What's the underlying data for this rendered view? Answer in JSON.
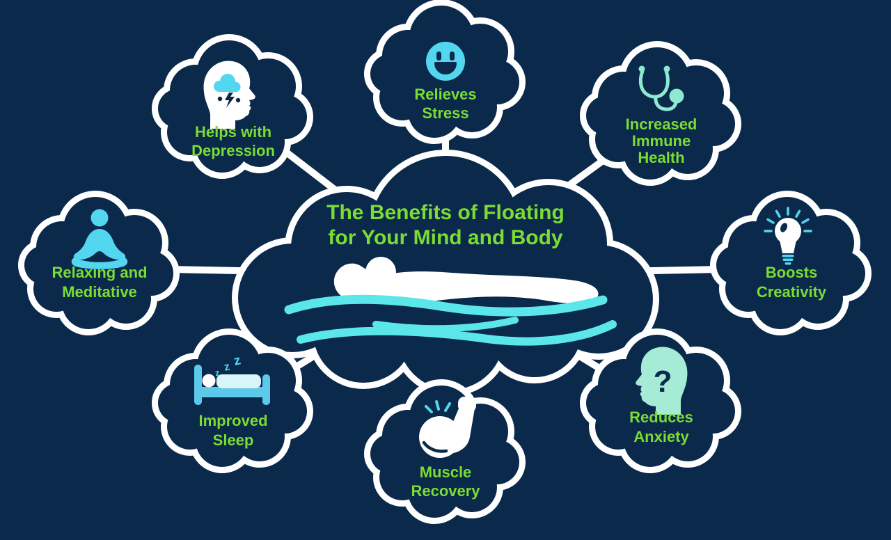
{
  "title": {
    "line1": "The Benefits of Floating",
    "line2": "for Your Mind and Body"
  },
  "center": {
    "icon": "floating-person-on-waves-icon"
  },
  "clouds": [
    {
      "name": "helps-with-depression",
      "icon": "head-rain-cloud-icon",
      "lines": [
        "Helps with",
        "Depression"
      ]
    },
    {
      "name": "relieves-stress",
      "icon": "smiley-face-icon",
      "lines": [
        "Relieves",
        "Stress"
      ]
    },
    {
      "name": "increased-immune-health",
      "icon": "stethoscope-icon",
      "lines": [
        "Increased",
        "Immune",
        "Health"
      ]
    },
    {
      "name": "relaxing-and-meditative",
      "icon": "meditation-pose-icon",
      "lines": [
        "Relaxing and",
        "Meditative"
      ]
    },
    {
      "name": "boosts-creativity",
      "icon": "lightbulb-icon",
      "lines": [
        "Boosts",
        "Creativity"
      ]
    },
    {
      "name": "improved-sleep",
      "icon": "sleeping-bed-icon",
      "lines": [
        "Improved",
        "Sleep"
      ],
      "zzz": [
        "z",
        "z",
        "z"
      ]
    },
    {
      "name": "muscle-recovery",
      "icon": "flexed-bicep-icon",
      "lines": [
        "Muscle",
        "Recovery"
      ]
    },
    {
      "name": "reduces-anxiety",
      "icon": "question-mark-head-icon",
      "lines": [
        "Reduces",
        "Anxiety"
      ],
      "question_mark": "?"
    }
  ],
  "colors": {
    "background": "#0A294B",
    "cloud_fill": "#0A294B",
    "cloud_outline": "#FFFFFF",
    "label_green": "#7BDC34",
    "cyan": "#53D7F1",
    "wave_cyan": "#5BE7E9",
    "mint": "#8FE9D1",
    "mint_light": "#A5EBD6",
    "bed_cyan": "#5CC9EA",
    "blanket_pale_cyan": "#D8F6FA",
    "white": "#FFFFFF"
  }
}
